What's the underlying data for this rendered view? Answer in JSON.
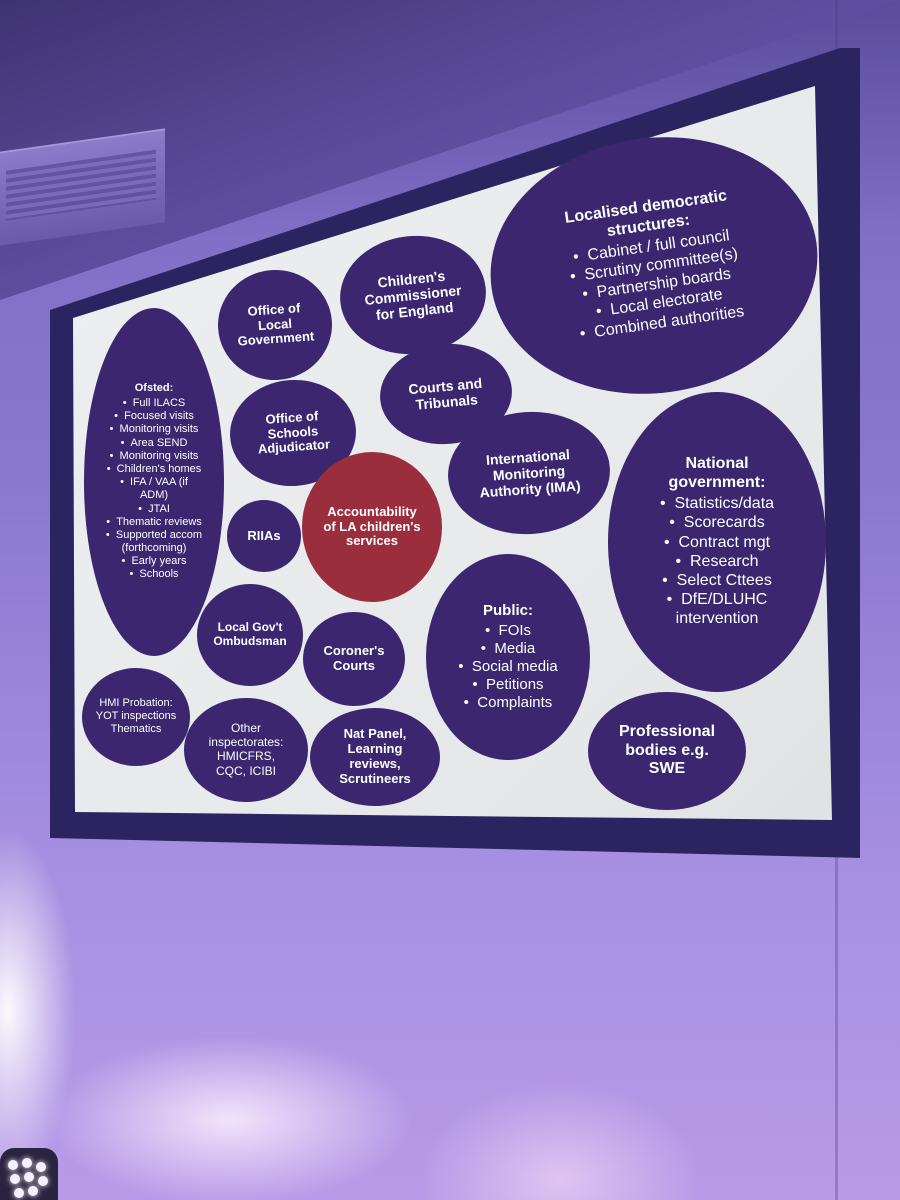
{
  "slide": {
    "localised": {
      "title": "Localised democratic structures:",
      "items": [
        "Cabinet / full council",
        "Scrutiny committee(s)",
        "Partnership boards",
        "Local electorate",
        "Combined authorities"
      ]
    },
    "childrens_commissioner": "Children's Commissioner for England",
    "office_local_government": "Office of Local Government",
    "ofsted": {
      "title": "Ofsted:",
      "items": [
        "Full ILACS",
        "Focused visits",
        "Monitoring visits",
        "Area SEND",
        "Monitoring visits",
        "Children's homes",
        "IFA / VAA (if ADM)",
        "JTAI",
        "Thematic reviews",
        "Supported accom (forthcoming)",
        "Early years",
        "Schools"
      ]
    },
    "courts_tribunals": "Courts and Tribunals",
    "office_schools_adjudicator": "Office of Schools Adjudicator",
    "ima": "International Monitoring Authority (IMA)",
    "national_government": {
      "title": "National government:",
      "items": [
        "Statistics/data",
        "Scorecards",
        "Contract mgt",
        "Research",
        "Select Cttees",
        "DfE/DLUHC intervention"
      ]
    },
    "accountability": "Accountability of LA children's services",
    "riias": "RIIAs",
    "local_gov_ombudsman": "Local Gov't Ombudsman",
    "coroners_courts": "Coroner's Courts",
    "public": {
      "title": "Public:",
      "items": [
        "FOIs",
        "Media",
        "Social media",
        "Petitions",
        "Complaints"
      ]
    },
    "hmi_probation": {
      "title": "HMI Probation:",
      "lines": [
        "YOT inspections",
        "Thematics"
      ]
    },
    "other_inspectorates": {
      "title": "Other inspectorates:",
      "lines": [
        "HMICFRS, CQC, ICIBI"
      ]
    },
    "nat_panel": "Nat Panel, Learning reviews, Scrutineers",
    "professional_bodies": "Professional bodies e.g. SWE"
  },
  "colors": {
    "bubble": "#3c2670",
    "center_bubble": "#9a2e3c",
    "slide_background": "#e6e8ea",
    "wall_light": "#8a78d0"
  }
}
